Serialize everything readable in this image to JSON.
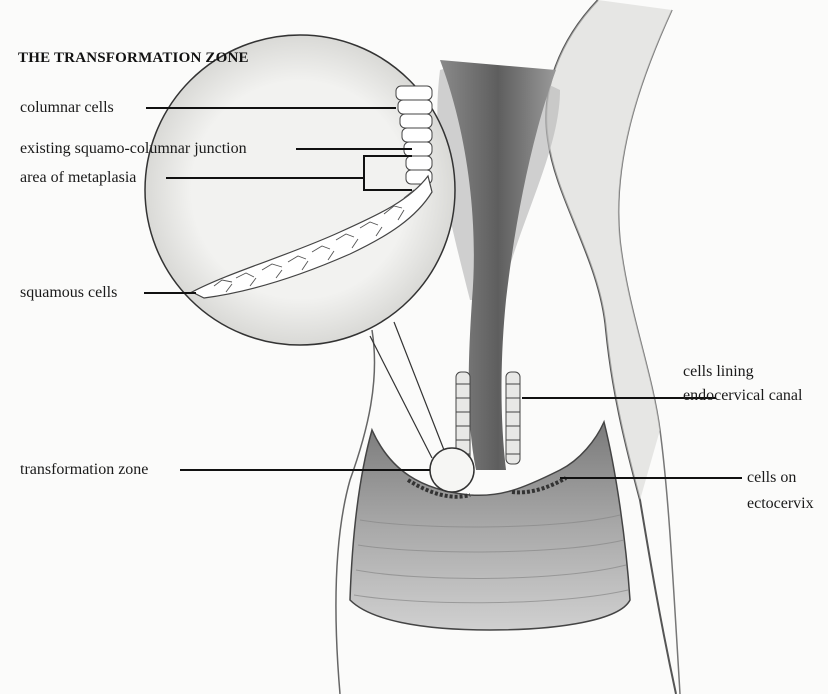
{
  "diagram": {
    "title": "THE TRANSFORMATION ZONE",
    "labels": {
      "columnar_cells": "columnar cells",
      "existing_junction": "existing squamo-columnar junction",
      "area_of_metaplasia": "area of metaplasia",
      "squamous_cells": "squamous cells",
      "transformation_zone": "transformation zone",
      "cells_lining_line1": "cells lining",
      "cells_lining_line2": "endocervical canal",
      "cells_on_line1": "cells on",
      "cells_on_line2": "ectocervix"
    }
  }
}
